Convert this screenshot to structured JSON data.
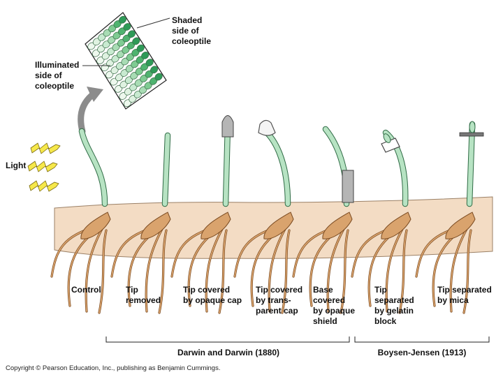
{
  "inset": {
    "shaded_label": "Shaded\nside of\ncoleoptile",
    "illuminated_label": "Illuminated\nside of\ncoleoptile"
  },
  "light_label": "Light",
  "seedlings": [
    {
      "label": "Control"
    },
    {
      "label": "Tip\nremoved"
    },
    {
      "label": "Tip covered\nby opaque cap"
    },
    {
      "label": "Tip covered\nby trans-\nparent cap"
    },
    {
      "label": "Base\ncovered\nby opaque\nshield"
    },
    {
      "label": "Tip\nseparated\nby gelatin\nblock"
    },
    {
      "label": "Tip separated\nby mica"
    }
  ],
  "groups": [
    {
      "label": "Darwin and Darwin (1880)"
    },
    {
      "label": "Boysen-Jensen (1913)"
    }
  ],
  "copyright": "Copyright © Pearson Education, Inc., publishing as Benjamin Cummings.",
  "colors": {
    "stem": "#b7e3c3",
    "stem_stroke": "#2f6b45",
    "soil": "#f3dcc4",
    "root": "#d9a36d",
    "root_stroke": "#7a4a20",
    "light_bolt": "#f6e84a",
    "cap_opaque": "#b5b5b5",
    "mica": "#777777"
  }
}
